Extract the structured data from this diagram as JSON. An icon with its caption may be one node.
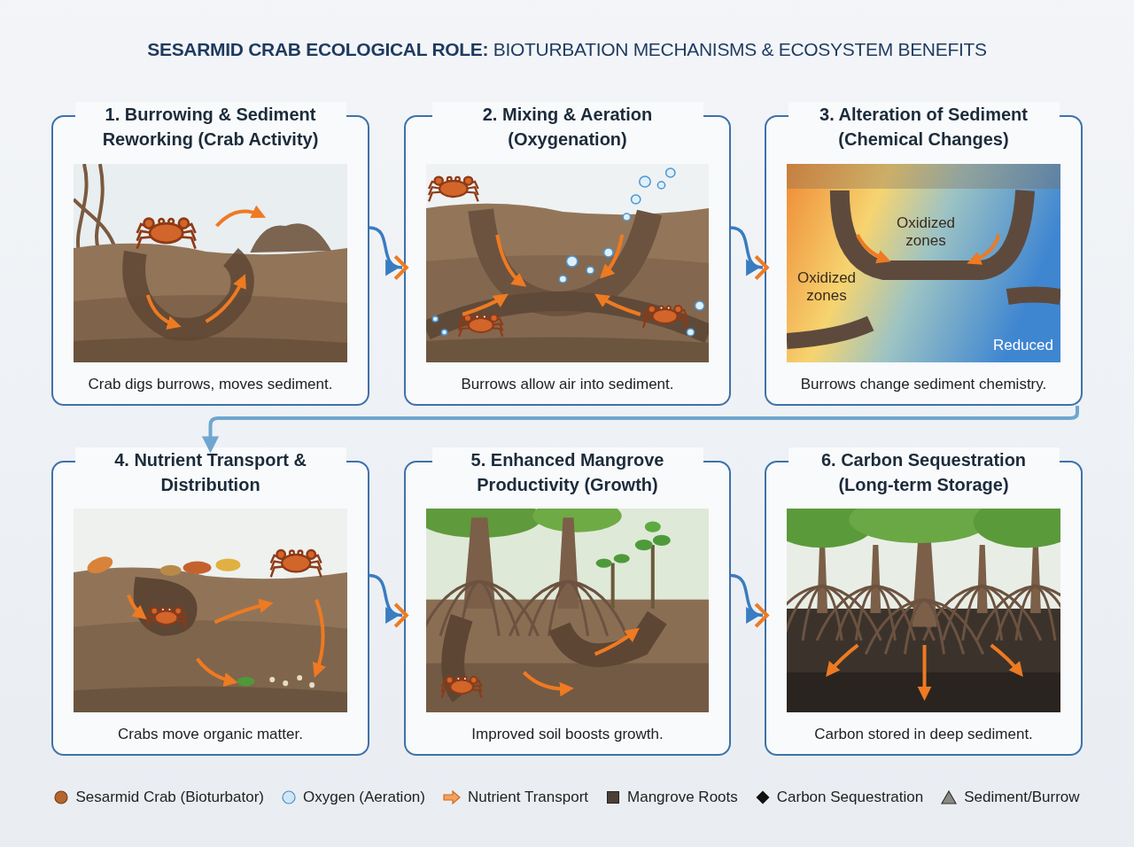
{
  "diagram": {
    "title": "**SESARMID CRAB ECOLOGICAL ROLE:** BIOTURBATION MECHANISMS & ECOSYSTEM BENEFITS",
    "nodes": [
      {
        "text": [
          "1. Burrowing & Sediment Reworking (Crab Activity)",
          "Crab digs burrows, moves sediment."
        ]
      },
      {
        "text": [
          "2. Mixing & Aeration (Oxygenation)",
          "Burrows allow air into sediment."
        ]
      },
      {
        "text": [
          "3. Alteration of Sediment (Chemical Changes)",
          "Burrows change sediment chemistry."
        ]
      },
      {
        "text": [
          "4. Nutrient Transport & Distribution",
          "Crabs move organic matter."
        ]
      },
      {
        "text": [
          "5. Enhanced Mangrove Productivity (Growth)",
          "Improved soil boosts growth."
        ]
      },
      {
        "text": [
          "6. Carbon Sequestration (Long-term Storage)",
          "Carbon stored in deep sediment."
        ]
      }
    ],
    "edges": [
      {
        "from": 0,
        "to": 1,
        "arrow": "to"
      },
      {
        "from": 1,
        "to": 2,
        "arrow": "to"
      },
      {
        "from": 2,
        "to": 3,
        "arrow": "to",
        "color": "#6fa6d0"
      },
      {
        "from": 3,
        "to": 4,
        "arrow": "to"
      },
      {
        "from": 4,
        "to": 5,
        "arrow": "to"
      }
    ],
    "labels": [
      "Oxidized zones",
      "Oxidized zones",
      "Reduced"
    ],
    "legend": [
      {
        "text": "Sesarmid Crab (Bioturbator)"
      },
      {
        "text": "Oxygen (Aeration)"
      },
      {
        "text": "Nutrient Transport"
      },
      {
        "text": "Mangrove Roots"
      },
      {
        "text": "Carbon Sequestration"
      },
      {
        "text": "Sediment/Burrow"
      }
    ]
  }
}
